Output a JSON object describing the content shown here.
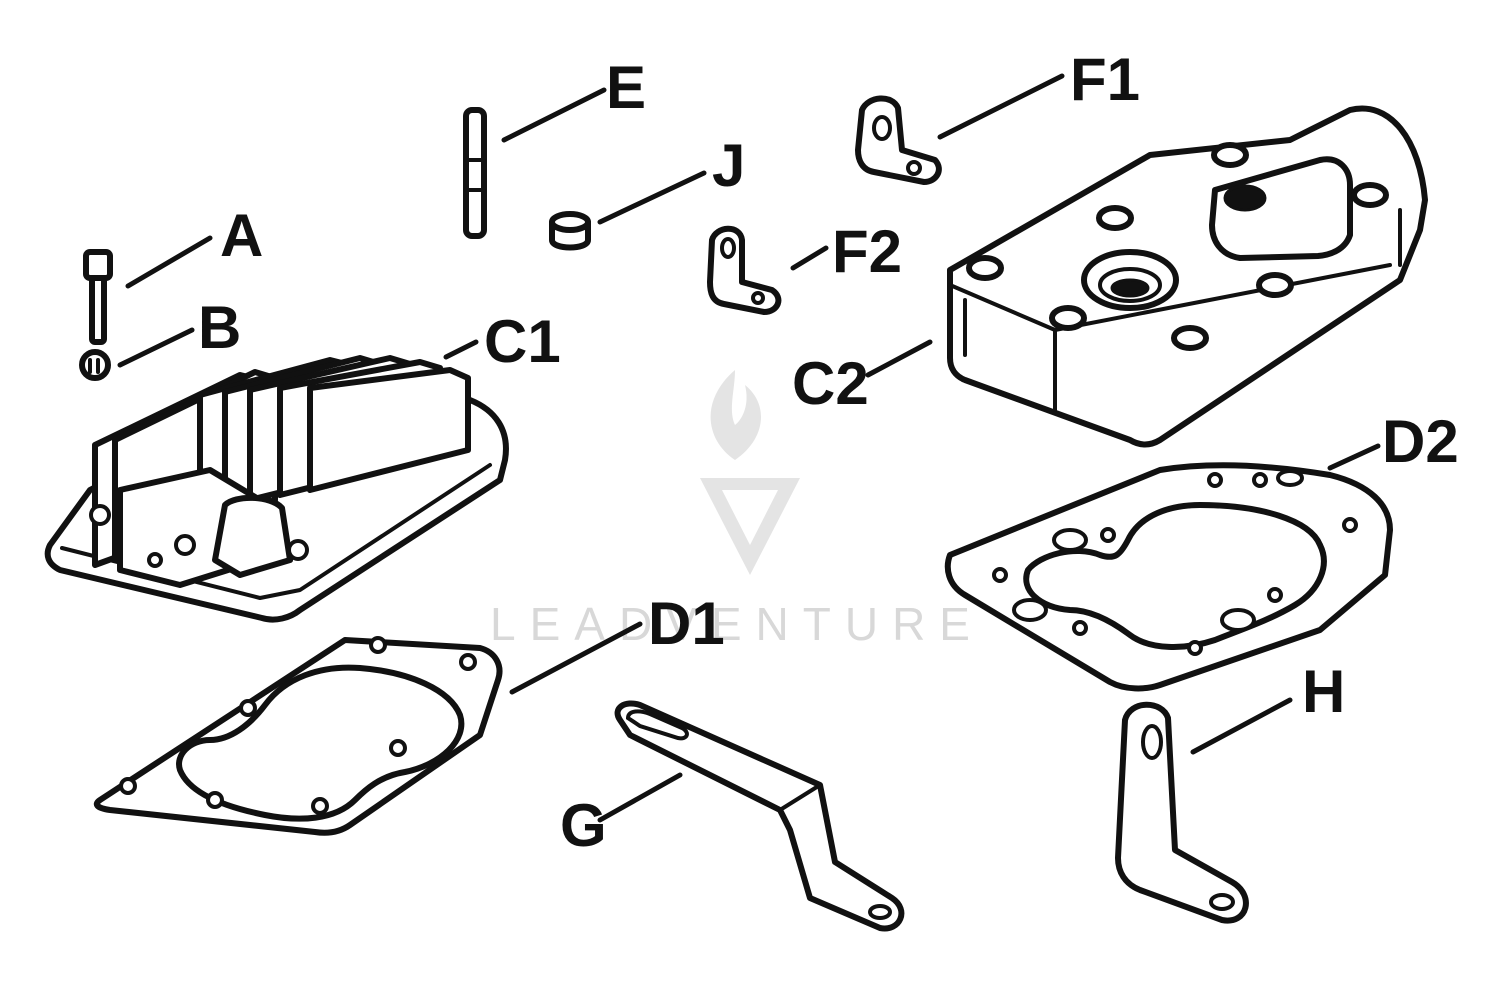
{
  "watermark": {
    "text": "LEADVENTURE"
  },
  "callouts": [
    {
      "id": "A",
      "label": "A"
    },
    {
      "id": "B",
      "label": "B"
    },
    {
      "id": "C1",
      "label": "C1"
    },
    {
      "id": "C2",
      "label": "C2"
    },
    {
      "id": "D1",
      "label": "D1"
    },
    {
      "id": "D2",
      "label": "D2"
    },
    {
      "id": "E",
      "label": "E"
    },
    {
      "id": "F1",
      "label": "F1"
    },
    {
      "id": "F2",
      "label": "F2"
    },
    {
      "id": "G",
      "label": "G"
    },
    {
      "id": "H",
      "label": "H"
    },
    {
      "id": "J",
      "label": "J"
    }
  ]
}
